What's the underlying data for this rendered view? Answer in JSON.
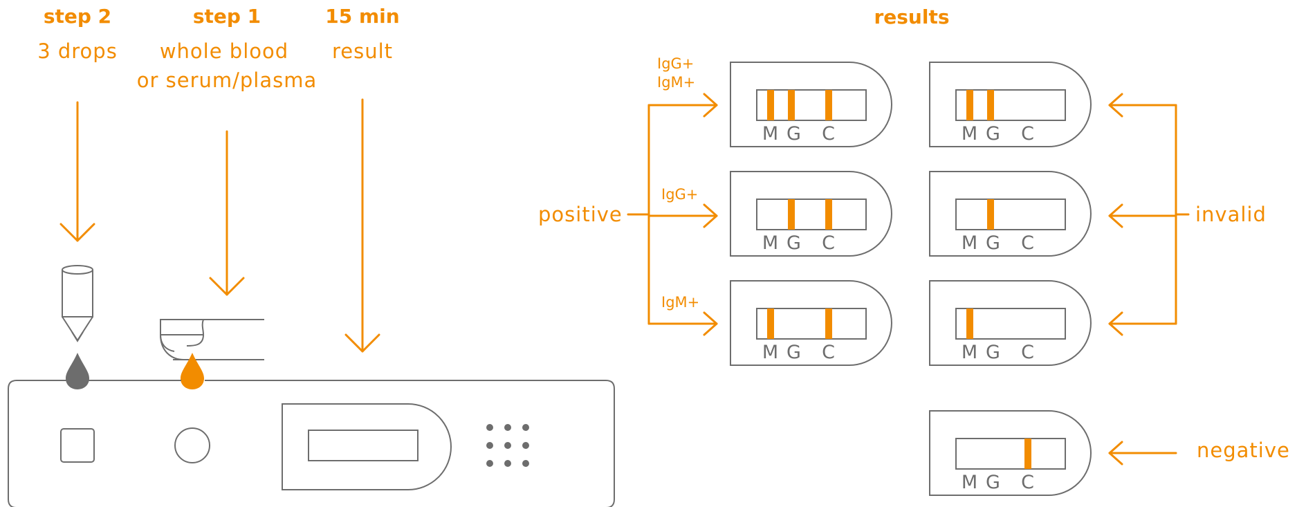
{
  "steps": [
    {
      "title": "step 2",
      "lines": [
        "3 drops"
      ]
    },
    {
      "title": "step 1",
      "lines": [
        "whole blood",
        "or serum/plasma"
      ]
    },
    {
      "title": "15 min",
      "lines": [
        "result"
      ]
    }
  ],
  "results": {
    "heading": "results",
    "group_labels": {
      "positive": "positive",
      "invalid": "invalid",
      "negative": "negative"
    },
    "sublabels": {
      "igg_igm_1": "IgG+",
      "igg_igm_2": "IgM+",
      "igg": "IgG+",
      "igm": "IgM+"
    },
    "line_letters": {
      "m": "M",
      "g": "G",
      "c": "C"
    }
  },
  "colors": {
    "accent": "#F28C00",
    "outline": "#6d6d6d"
  }
}
